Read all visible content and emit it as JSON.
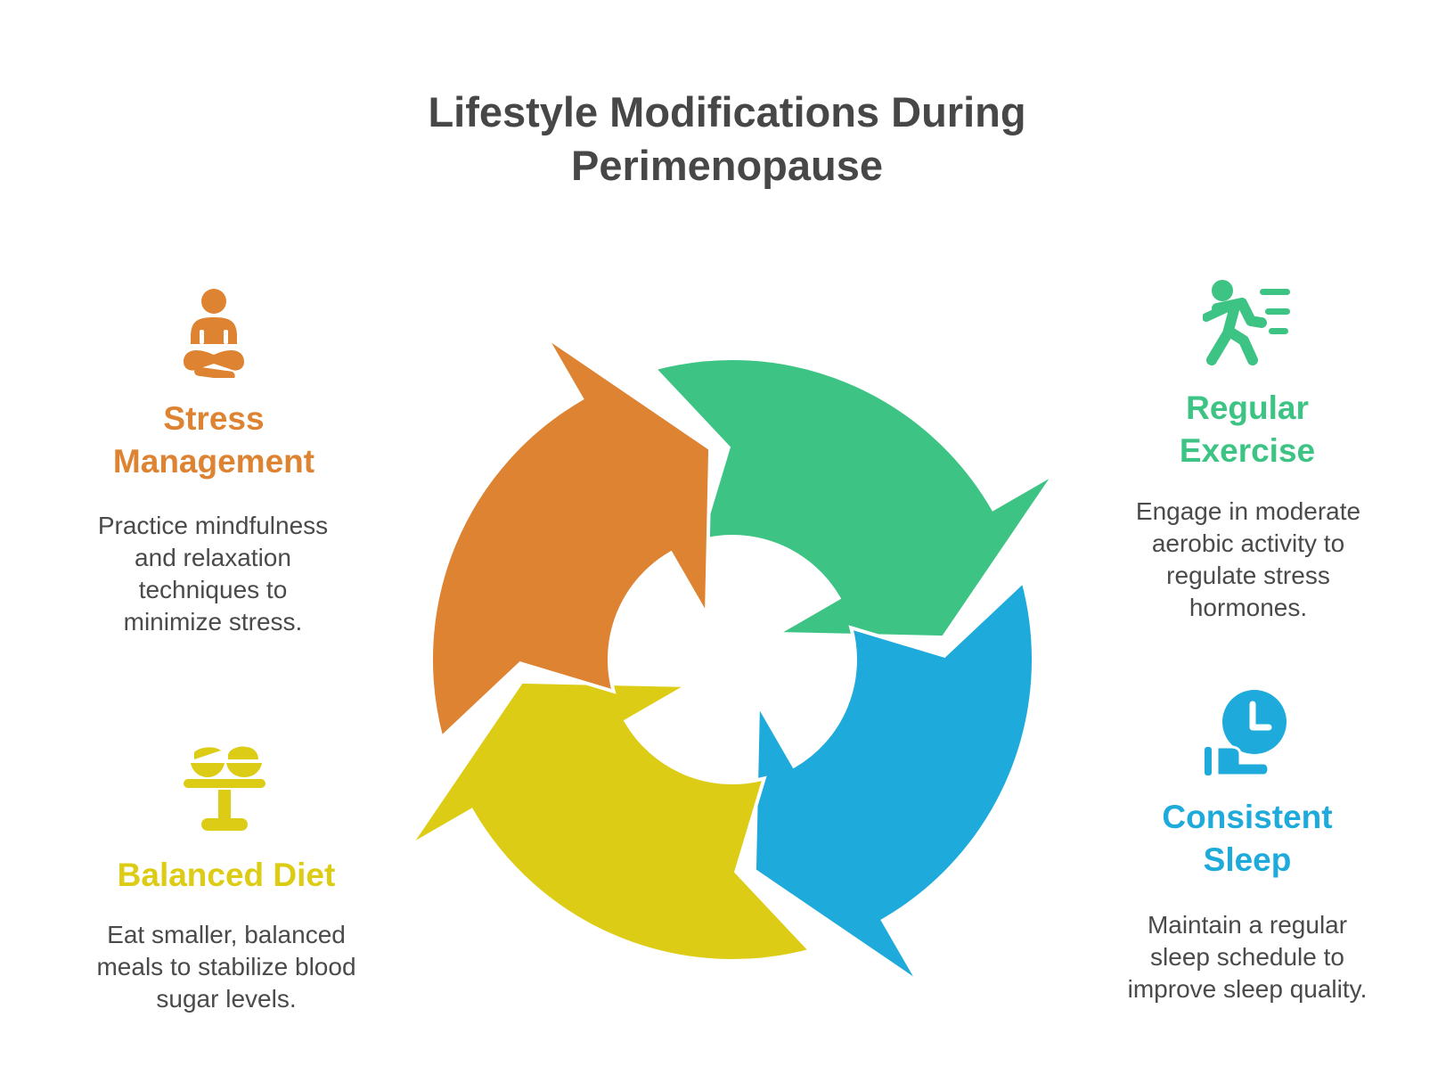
{
  "title": "Lifestyle Modifications During Perimenopause",
  "colors": {
    "stress": "#DD8331",
    "exercise": "#3DC484",
    "sleep": "#1EAADB",
    "diet": "#DDCC15",
    "title": "#474747",
    "text": "#4A4A4A"
  },
  "items": {
    "stress": {
      "heading": "Stress Management",
      "description": "Practice mindfulness and relaxation techniques to minimize stress.",
      "icon": "meditation-icon"
    },
    "exercise": {
      "heading": "Regular Exercise",
      "description": "Engage in moderate aerobic activity to regulate stress hormones.",
      "icon": "running-person-icon"
    },
    "sleep": {
      "heading": "Consistent Sleep",
      "description": "Maintain a regular sleep schedule to improve sleep quality.",
      "icon": "sleep-clock-icon"
    },
    "diet": {
      "heading": "Balanced Diet",
      "description": "Eat smaller, balanced meals to stabilize blood sugar levels.",
      "icon": "meal-table-icon"
    }
  }
}
